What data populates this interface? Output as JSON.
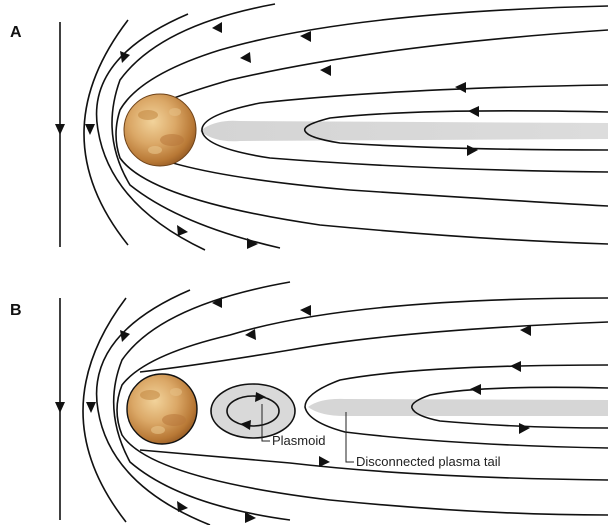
{
  "panels": [
    {
      "letter": "A"
    },
    {
      "letter": "B"
    }
  ],
  "annotations": {
    "plasmoid": "Plasmoid",
    "disconnected_tail": "Disconnected plasma tail"
  },
  "colors": {
    "field_line": "#111111",
    "plasma_tail": "#d6d6d6",
    "plasmoid_fill": "#d9d9d9",
    "planet_base": "#d9a866",
    "planet_dark": "#a8652b"
  },
  "icons": {
    "planet": "venus-planet"
  }
}
